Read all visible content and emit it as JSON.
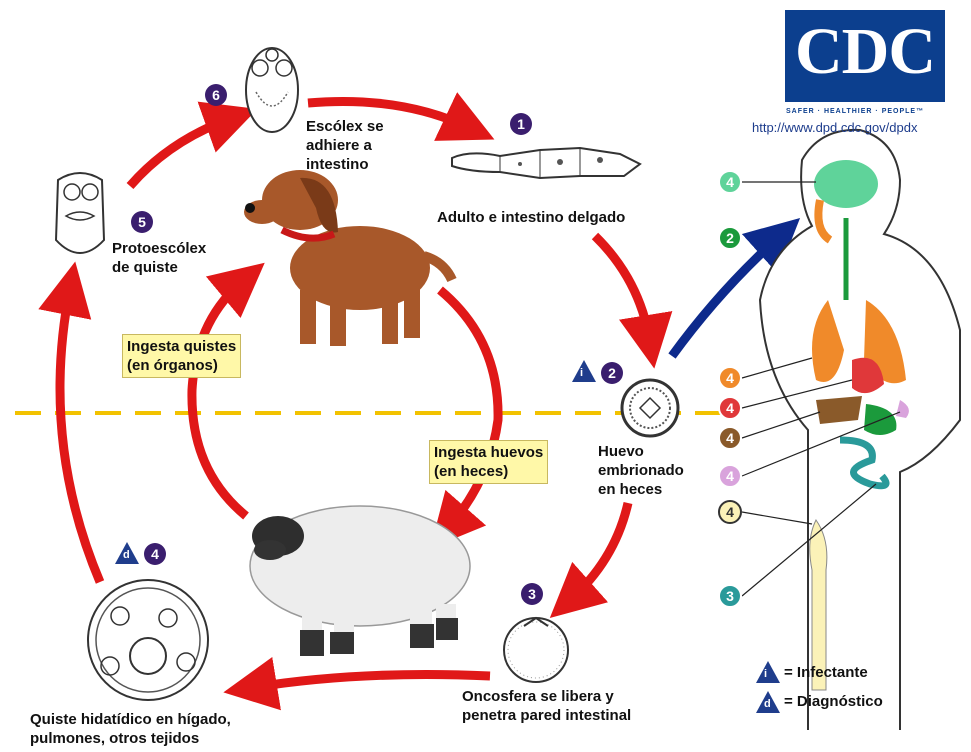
{
  "logo": {
    "text": "CDC",
    "tagline": "SAFER · HEALTHIER · PEOPLE™",
    "url": "http://www.dpd.cdc.gov/dpdx"
  },
  "steps": {
    "s1": {
      "num": "1",
      "label": [
        "Adulto e intestino  delgado"
      ]
    },
    "s2": {
      "num": "2",
      "label": [
        "Huevo",
        "embrionado",
        "en heces"
      ]
    },
    "s3": {
      "num": "3",
      "label": [
        "Oncosfera se libera y",
        "penetra pared intestinal"
      ]
    },
    "s4": {
      "num": "4",
      "label": [
        "Quiste hidatídico en hígado,",
        "pulmones, otros tejidos"
      ]
    },
    "s5": {
      "num": "5",
      "label": [
        "Protoescólex",
        "de quiste"
      ]
    },
    "s6": {
      "num": "6",
      "label": [
        "Escólex se",
        "adhiere a",
        "intestino"
      ]
    }
  },
  "boxes": {
    "quistes": [
      "Ingesta quistes",
      "(en órganos)"
    ],
    "huevos": [
      "Ingesta huevos",
      "(en heces)"
    ]
  },
  "legend": {
    "infectante": {
      "letter": "i",
      "text": "= Infectante"
    },
    "diagnostico": {
      "letter": "d",
      "text": "= Diagnóstico"
    }
  },
  "human_markers": [
    {
      "num": "4",
      "color": "#5fd39a",
      "text_color": "#ffffff"
    },
    {
      "num": "2",
      "color": "#1b9a3c",
      "text_color": "#ffffff"
    },
    {
      "num": "4",
      "color": "#f08a2a",
      "text_color": "#ffffff"
    },
    {
      "num": "4",
      "color": "#e0383a",
      "text_color": "#ffffff"
    },
    {
      "num": "4",
      "color": "#8a5a2a",
      "text_color": "#ffffff"
    },
    {
      "num": "4",
      "color": "#d9a3dc",
      "text_color": "#ffffff"
    },
    {
      "num": "4",
      "color": "#fbf2b8",
      "text_color": "#333333"
    },
    {
      "num": "3",
      "color": "#2a9a9a",
      "text_color": "#ffffff"
    }
  ],
  "colors": {
    "cycle_arrow": "#e01818",
    "human_arrow": "#0d2a8c",
    "divider": "#f2c200",
    "step_dot": "#3a1e6e"
  }
}
